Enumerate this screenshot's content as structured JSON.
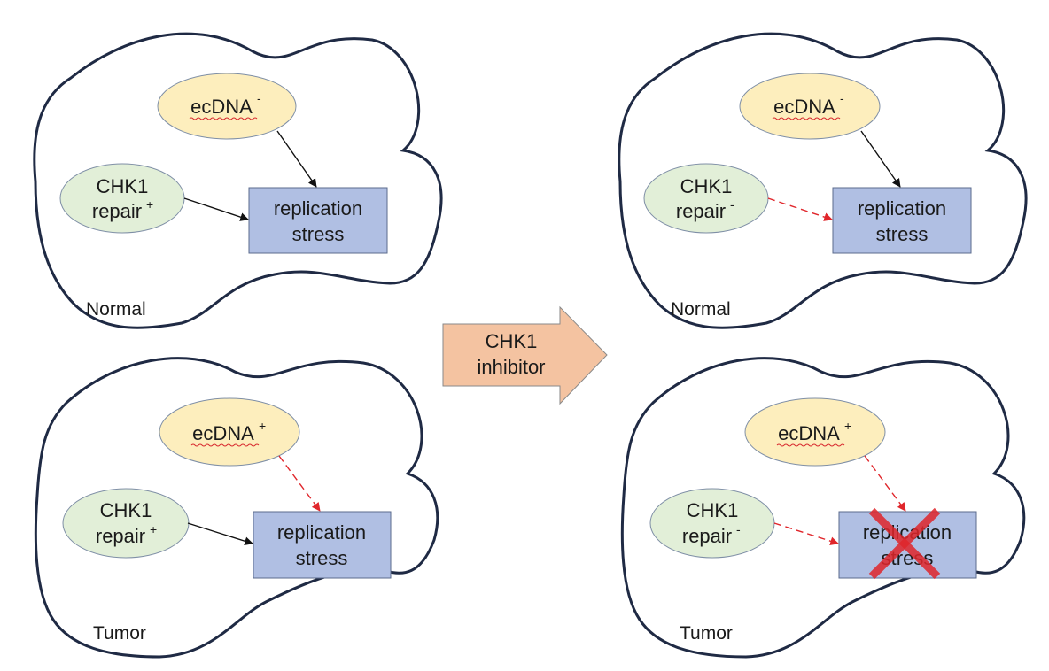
{
  "panels": {
    "top_left": {
      "cell_label": "Normal",
      "ecdna": {
        "text": "ecDNA",
        "sup": "-"
      },
      "chk1": {
        "line1": "CHK1",
        "line2": "repair",
        "sup": "+"
      },
      "stress": {
        "line1": "replication",
        "line2": "stress"
      }
    },
    "bottom_left": {
      "cell_label": "Tumor",
      "ecdna": {
        "text": "ecDNA",
        "sup": "+"
      },
      "chk1": {
        "line1": "CHK1",
        "line2": "repair",
        "sup": "+"
      },
      "stress": {
        "line1": "replication",
        "line2": "stress"
      }
    },
    "top_right": {
      "cell_label": "Normal",
      "ecdna": {
        "text": "ecDNA",
        "sup": "-"
      },
      "chk1": {
        "line1": "CHK1",
        "line2": "repair",
        "sup": "-"
      },
      "stress": {
        "line1": "replication",
        "line2": "stress"
      }
    },
    "bottom_right": {
      "cell_label": "Tumor",
      "ecdna": {
        "text": "ecDNA",
        "sup": "+"
      },
      "chk1": {
        "line1": "CHK1",
        "line2": "repair",
        "sup": "-"
      },
      "stress": {
        "line1": "replication",
        "line2": "stress"
      }
    }
  },
  "treatment_arrow": {
    "line1": "CHK1",
    "line2": "inhibitor"
  },
  "colors": {
    "cell_outline": "#1f2a44",
    "ecdna_fill": "#fdeebd",
    "repair_fill": "#e2efd8",
    "stress_fill": "#b0bfe3",
    "treatment_arrow_fill": "#f4c3a1",
    "dashed_arrow": "#e0262b",
    "cross_mark": "#e0262b"
  }
}
